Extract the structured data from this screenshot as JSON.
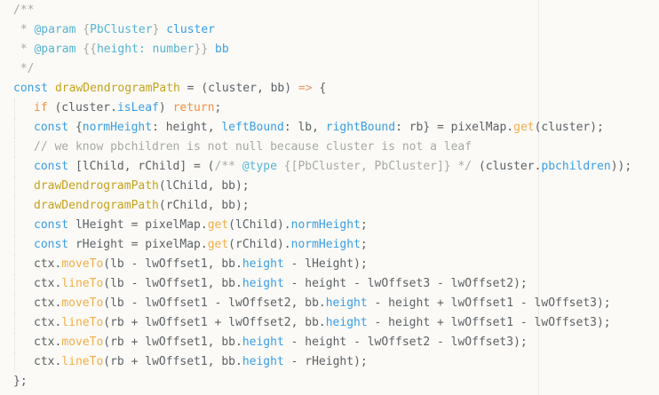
{
  "editor": {
    "colors": {
      "background": "#fbfaf6",
      "comment": "#a7a9a4",
      "keyword": "#fa8d3e",
      "function": "#c5a31d",
      "property": "#399ee6",
      "operator": "#ed9366",
      "text": "#5c6166"
    },
    "lines": [
      [
        {
          "t": "cm",
          "v": "/**"
        }
      ],
      [
        {
          "t": "cm",
          "v": " * "
        },
        {
          "t": "cm-tag",
          "v": "@param"
        },
        {
          "t": "cm",
          "v": " {"
        },
        {
          "t": "cm-tag",
          "v": "PbCluster"
        },
        {
          "t": "cm",
          "v": "} "
        },
        {
          "t": "prop",
          "v": "cluster"
        }
      ],
      [
        {
          "t": "cm",
          "v": " * "
        },
        {
          "t": "cm-tag",
          "v": "@param"
        },
        {
          "t": "cm",
          "v": " {{"
        },
        {
          "t": "cm-tag",
          "v": "height: number"
        },
        {
          "t": "cm",
          "v": "}} "
        },
        {
          "t": "prop",
          "v": "bb"
        }
      ],
      [
        {
          "t": "cm",
          "v": " */"
        }
      ],
      [
        {
          "t": "prop",
          "v": "const"
        },
        {
          "t": "id",
          "v": " "
        },
        {
          "t": "fnd",
          "v": "drawDendrogramPath"
        },
        {
          "t": "id",
          "v": " = (cluster, bb) "
        },
        {
          "t": "op",
          "v": "=>"
        },
        {
          "t": "id",
          "v": " {"
        }
      ],
      [
        {
          "t": "g",
          "v": ""
        },
        {
          "t": "kw",
          "v": "if"
        },
        {
          "t": "id",
          "v": " (cluster."
        },
        {
          "t": "prop",
          "v": "isLeaf"
        },
        {
          "t": "id",
          "v": ") "
        },
        {
          "t": "kw",
          "v": "return"
        },
        {
          "t": "id",
          "v": ";"
        }
      ],
      [
        {
          "t": "g",
          "v": ""
        },
        {
          "t": "prop",
          "v": "const"
        },
        {
          "t": "id",
          "v": " {"
        },
        {
          "t": "prop",
          "v": "normHeight"
        },
        {
          "t": "id",
          "v": ": height, "
        },
        {
          "t": "prop",
          "v": "leftBound"
        },
        {
          "t": "id",
          "v": ": lb, "
        },
        {
          "t": "prop",
          "v": "rightBound"
        },
        {
          "t": "id",
          "v": ": rb} = pixelMap."
        },
        {
          "t": "fn",
          "v": "get"
        },
        {
          "t": "id",
          "v": "(cluster);"
        }
      ],
      [
        {
          "t": "g",
          "v": ""
        },
        {
          "t": "cm",
          "v": "// we know pbchildren is not null because cluster is not a leaf"
        }
      ],
      [
        {
          "t": "g",
          "v": ""
        },
        {
          "t": "prop",
          "v": "const"
        },
        {
          "t": "id",
          "v": " [lChild, rChild] = ("
        },
        {
          "t": "cm",
          "v": "/** "
        },
        {
          "t": "cm-tag",
          "v": "@type"
        },
        {
          "t": "cm",
          "v": " {[PbCluster, PbCluster]} */"
        },
        {
          "t": "id",
          "v": " (cluster."
        },
        {
          "t": "prop",
          "v": "pbchildren"
        },
        {
          "t": "id",
          "v": "));"
        }
      ],
      [
        {
          "t": "g",
          "v": ""
        },
        {
          "t": "fnd",
          "v": "drawDendrogramPath"
        },
        {
          "t": "id",
          "v": "(lChild, bb);"
        }
      ],
      [
        {
          "t": "g",
          "v": ""
        },
        {
          "t": "fnd",
          "v": "drawDendrogramPath"
        },
        {
          "t": "id",
          "v": "(rChild, bb);"
        }
      ],
      [
        {
          "t": "g",
          "v": ""
        },
        {
          "t": "prop",
          "v": "const"
        },
        {
          "t": "id",
          "v": " lHeight = pixelMap."
        },
        {
          "t": "fn",
          "v": "get"
        },
        {
          "t": "id",
          "v": "(lChild)."
        },
        {
          "t": "prop",
          "v": "normHeight"
        },
        {
          "t": "id",
          "v": ";"
        }
      ],
      [
        {
          "t": "g",
          "v": ""
        },
        {
          "t": "prop",
          "v": "const"
        },
        {
          "t": "id",
          "v": " rHeight = pixelMap."
        },
        {
          "t": "fn",
          "v": "get"
        },
        {
          "t": "id",
          "v": "(rChild)."
        },
        {
          "t": "prop",
          "v": "normHeight"
        },
        {
          "t": "id",
          "v": ";"
        }
      ],
      [
        {
          "t": "g",
          "v": ""
        },
        {
          "t": "id",
          "v": "ctx."
        },
        {
          "t": "fn",
          "v": "moveTo"
        },
        {
          "t": "id",
          "v": "(lb - lwOffset1, bb."
        },
        {
          "t": "prop",
          "v": "height"
        },
        {
          "t": "id",
          "v": " - lHeight);"
        }
      ],
      [
        {
          "t": "g",
          "v": ""
        },
        {
          "t": "id",
          "v": "ctx."
        },
        {
          "t": "fn",
          "v": "lineTo"
        },
        {
          "t": "id",
          "v": "(lb - lwOffset1, bb."
        },
        {
          "t": "prop",
          "v": "height"
        },
        {
          "t": "id",
          "v": " - height - lwOffset3 - lwOffset2);"
        }
      ],
      [
        {
          "t": "g",
          "v": ""
        },
        {
          "t": "id",
          "v": "ctx."
        },
        {
          "t": "fn",
          "v": "moveTo"
        },
        {
          "t": "id",
          "v": "(lb - lwOffset1 - lwOffset2, bb."
        },
        {
          "t": "prop",
          "v": "height"
        },
        {
          "t": "id",
          "v": " - height + lwOffset1 - lwOffset3);"
        }
      ],
      [
        {
          "t": "g",
          "v": ""
        },
        {
          "t": "id",
          "v": "ctx."
        },
        {
          "t": "fn",
          "v": "lineTo"
        },
        {
          "t": "id",
          "v": "(rb + lwOffset1 + lwOffset2, bb."
        },
        {
          "t": "prop",
          "v": "height"
        },
        {
          "t": "id",
          "v": " - height + lwOffset1 - lwOffset3);"
        }
      ],
      [
        {
          "t": "g",
          "v": ""
        },
        {
          "t": "id",
          "v": "ctx."
        },
        {
          "t": "fn",
          "v": "moveTo"
        },
        {
          "t": "id",
          "v": "(rb + lwOffset1, bb."
        },
        {
          "t": "prop",
          "v": "height"
        },
        {
          "t": "id",
          "v": " - height - lwOffset2 - lwOffset3);"
        }
      ],
      [
        {
          "t": "g",
          "v": ""
        },
        {
          "t": "id",
          "v": "ctx."
        },
        {
          "t": "fn",
          "v": "lineTo"
        },
        {
          "t": "id",
          "v": "(rb + lwOffset1, bb."
        },
        {
          "t": "prop",
          "v": "height"
        },
        {
          "t": "id",
          "v": " - rHeight);"
        }
      ],
      [
        {
          "t": "id",
          "v": "};"
        }
      ]
    ]
  }
}
